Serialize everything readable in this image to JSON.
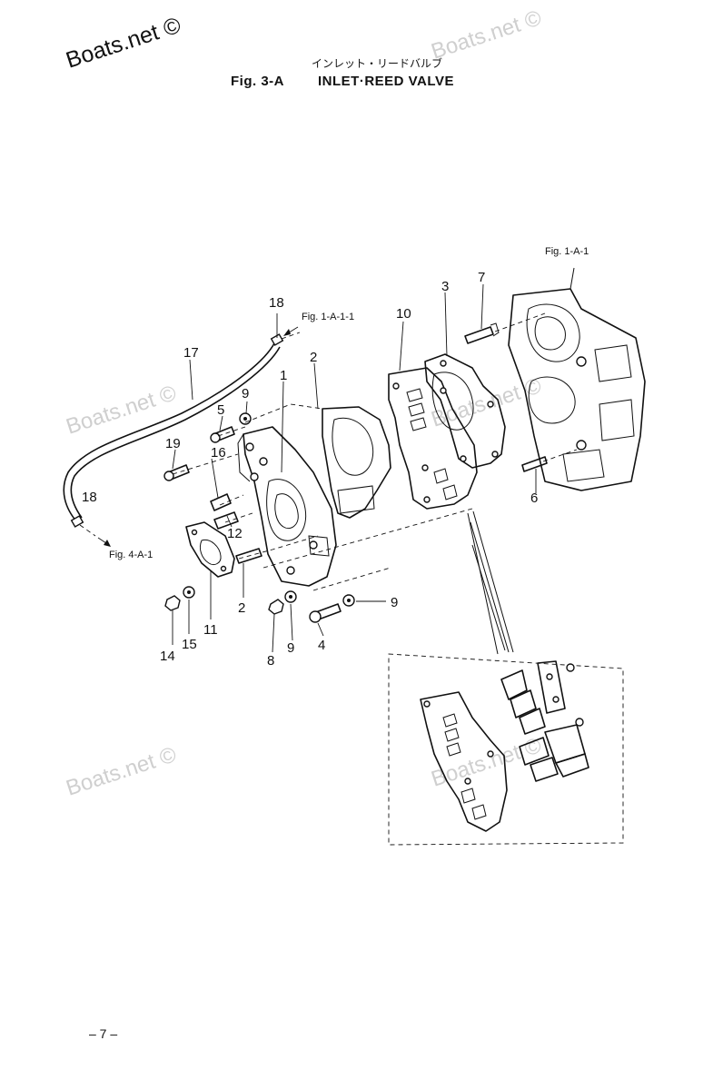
{
  "watermark": {
    "main": "Boats.net ©",
    "faint": "Boats.net ©"
  },
  "header": {
    "japanese_title": "インレット・リードバルブ",
    "fig_label": "Fig. 3-A",
    "title": "INLET·REED VALVE"
  },
  "callouts": {
    "c1": "1",
    "c2a": "2",
    "c2b": "2",
    "c3": "3",
    "c4": "4",
    "c5": "5",
    "c6": "6",
    "c7": "7",
    "c8": "8",
    "c9a": "9",
    "c9b": "9",
    "c9c": "9",
    "c10": "10",
    "c11": "11",
    "c12": "12",
    "c14": "14",
    "c15": "15",
    "c16": "16",
    "c17": "17",
    "c18a": "18",
    "c18b": "18",
    "c19": "19"
  },
  "references": {
    "fig_1a1_top": "Fig. 1-A-1",
    "fig_1a11": "Fig. 1-A-1-1",
    "fig_4a1": "Fig. 4-A-1"
  },
  "footer": {
    "page_number": "– 7 –"
  }
}
